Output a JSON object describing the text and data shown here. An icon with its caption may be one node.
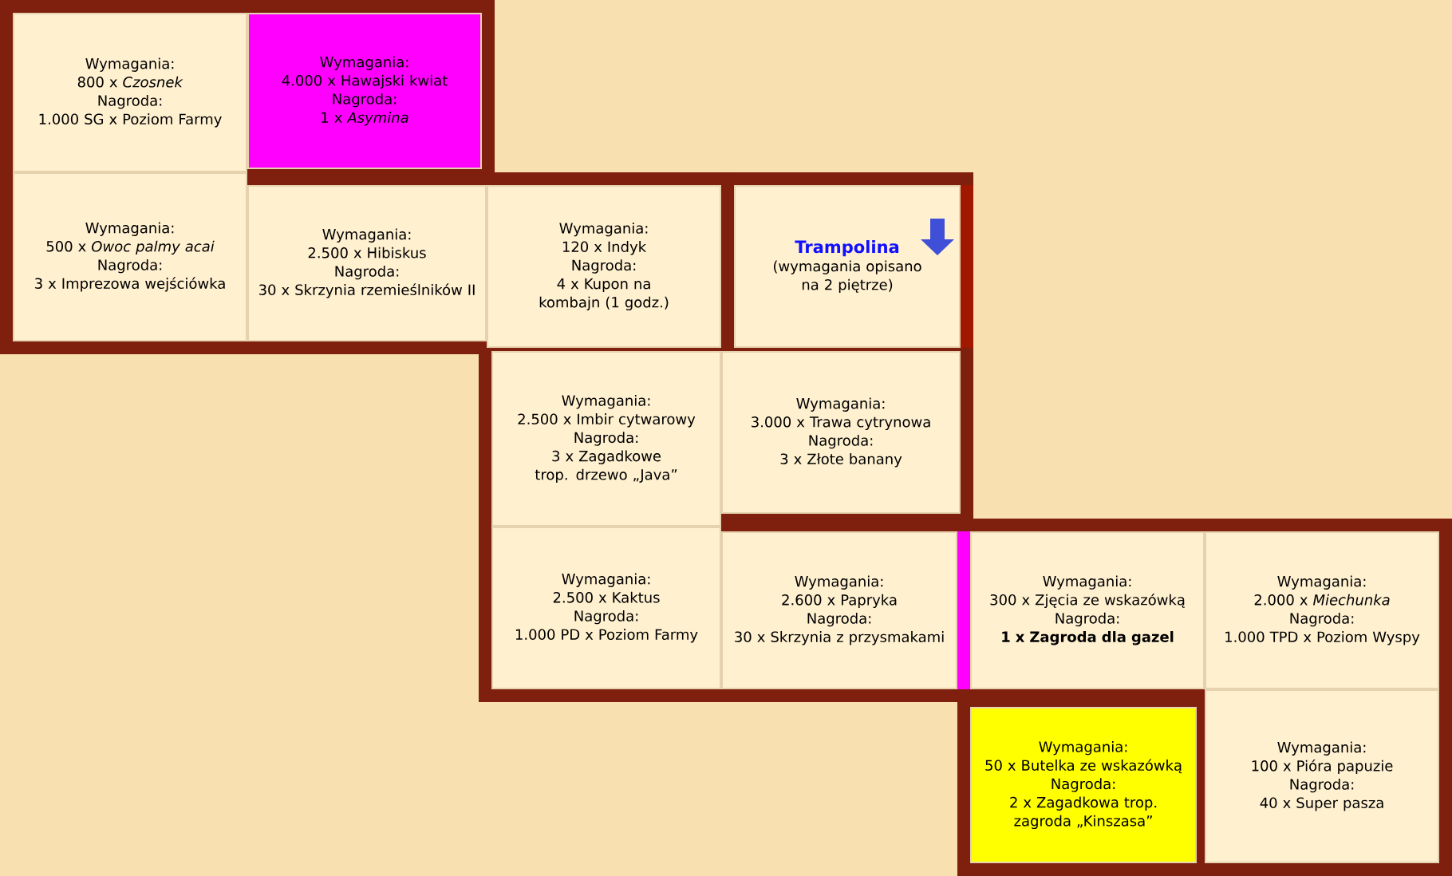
{
  "diagram": {
    "nodes": [
      {
        "text": [
          "Wymagania:",
          "800 x *Czosnek*",
          "Nagroda:",
          "1.000 SG x Poziom Farmy"
        ]
      },
      {
        "text": [
          "Wymagania:",
          "4.000 x Hawajski kwiat",
          "Nagroda:",
          "1 x *Asymina*"
        ]
      },
      {
        "text": [
          "Wymagania:",
          "500 x *Owoc palmy acai*",
          "Nagroda:",
          "3 x Imprezowa wejściówka"
        ]
      },
      {
        "text": [
          "Wymagania:",
          "2.500 x Hibiskus",
          "Nagroda:",
          "30 x Skrzynia rzemieślników II"
        ]
      },
      {
        "text": [
          "Wymagania:",
          "120 x Indyk",
          "Nagroda:",
          "4 x Kupon na kombajn (1 godz.)"
        ]
      },
      {
        "text": [
          "Trampolina",
          "(wymagania opisano na 2 piętrze)"
        ]
      },
      {
        "text": [
          "Wymagania:",
          "2.500 x Imbir cytwarowy",
          "Nagroda:",
          "3 x Zagadkowe trop. drzewo „Java”"
        ]
      },
      {
        "text": [
          "Wymagania:",
          "3.000 x Trawa cytrynowa",
          "Nagroda:",
          "3 x Złote banany"
        ]
      },
      {
        "text": [
          "Wymagania:",
          "2.500 x Kaktus",
          "Nagroda:",
          "1.000 PD  x Poziom Farmy"
        ]
      },
      {
        "text": [
          "Wymagania:",
          "2.600 x Papryka",
          "Nagroda:",
          "30 x Skrzynia z przysmakami"
        ]
      },
      {
        "text": [
          "Wymagania:",
          "300 x Zjęcia ze wskazówką",
          "Nagroda:",
          "**1 x Zagroda dla gazel**"
        ]
      },
      {
        "text": [
          "Wymagania:",
          "2.000 x *Miechunka*",
          "Nagroda:",
          "1.000 TPD x Poziom Wyspy"
        ]
      },
      {
        "text": [
          "Wymagania:",
          "50 x Butelka ze wskazówką",
          "Nagroda:",
          "2 x Zagadkowa trop. zagroda „Kinszasa”"
        ]
      },
      {
        "text": [
          "Wymagania:",
          "100 x Pióra papuzie",
          "Nagroda:",
          "40 x Super pasza"
        ]
      }
    ]
  }
}
